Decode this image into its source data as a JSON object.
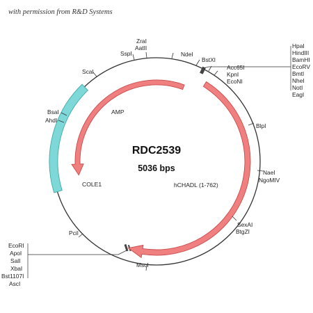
{
  "credit": "with permission from R&D Systems",
  "plasmid": {
    "name": "RDC2539",
    "size_label": "5036 bps"
  },
  "features": {
    "amp": "AMP",
    "cole1": "COLE1",
    "hchadl": "hCHADL (1-762)"
  },
  "sites": {
    "zrai": "ZraI",
    "aatii": "AatII",
    "sspi": "SspI",
    "ndei": "NdeI",
    "bstxi": "BstXI",
    "acc65i": "Acc65I",
    "kpni": "KpnI",
    "econi": "EcoNI",
    "scai": "ScaI",
    "bsai": "BsaI",
    "ahdi": "AhdI",
    "blpi": "BlpI",
    "naei": "NaeI",
    "ngomiv": "NgoMIV",
    "sexai": "SexAI",
    "btgzi": "BtgZI",
    "pcii": "PciI",
    "msci": "MscI"
  },
  "mcs_right": [
    "HpaI",
    "HindIII",
    "BamHI",
    "EcoRV",
    "BmtI",
    "NheI",
    "NotI",
    "EagI"
  ],
  "mcs_left": [
    "EcoRI",
    "ApoI",
    "SalI",
    "XbaI",
    "Bst1107I",
    "AscI"
  ],
  "colors": {
    "backbone": "#333333",
    "orf_fill": "#f08080",
    "orf_stroke": "#c84a4a",
    "ori_fill": "#7fd8d8",
    "ori_stroke": "#3fa9a9"
  }
}
